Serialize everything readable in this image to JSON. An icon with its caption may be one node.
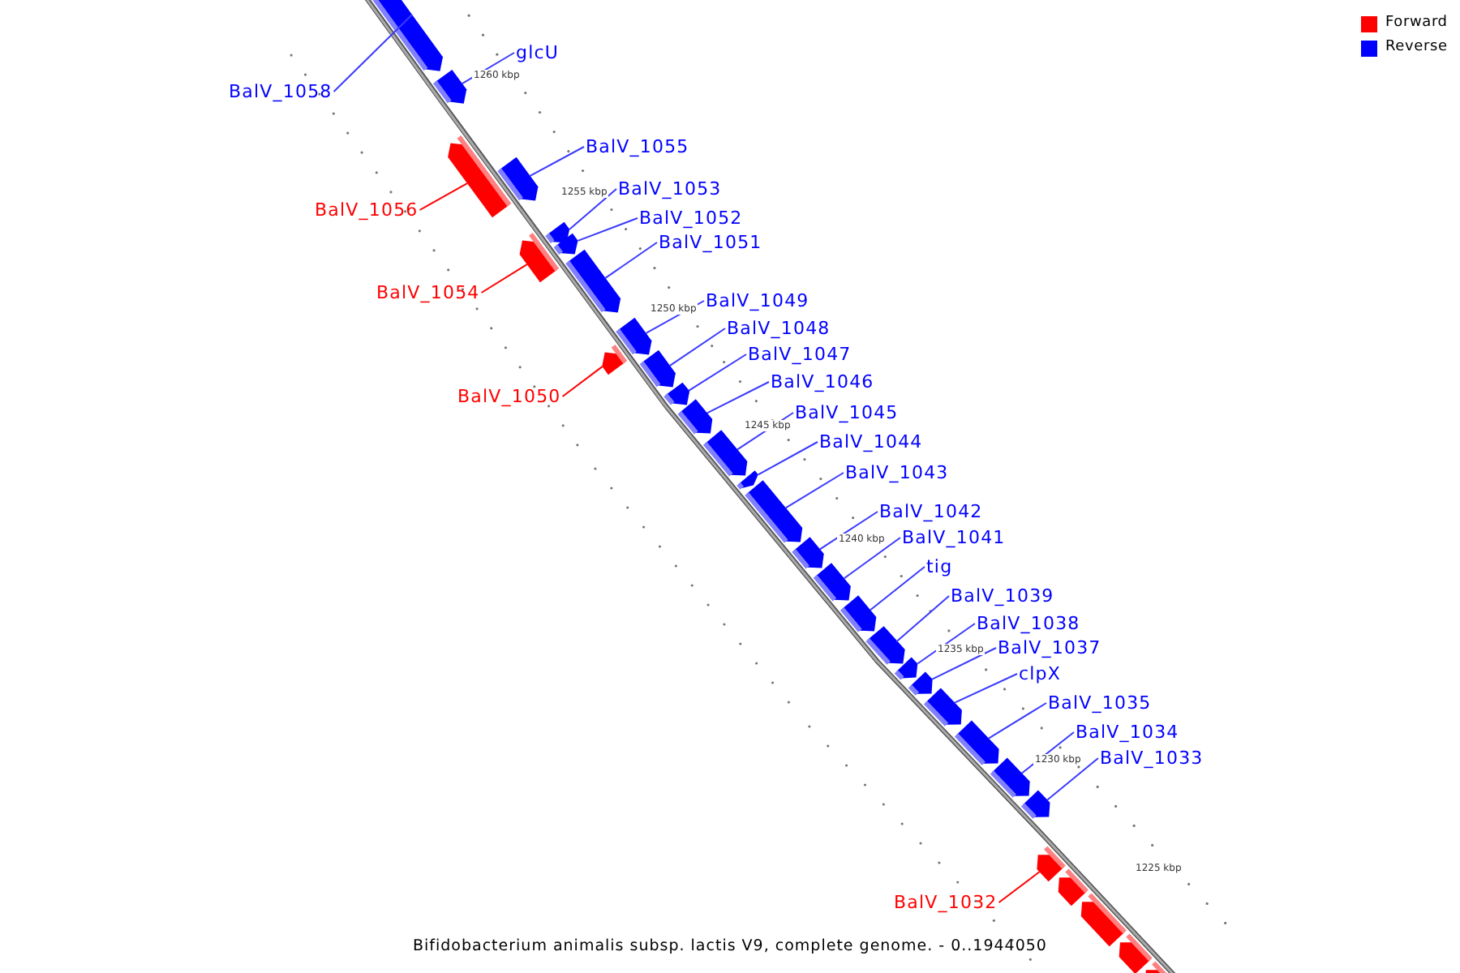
{
  "diagram": {
    "caption": "Bifidobacterium animalis subsp. lactis V9, complete genome. - 0..1944050",
    "nodes": [
      {
        "text": [
          "BalV_1058"
        ]
      },
      {
        "text": [],
        "shape": "bar"
      },
      {
        "text": [
          "glcU"
        ]
      },
      {
        "text": [],
        "shape": "bar"
      },
      {
        "text": [
          "BalV_1056"
        ]
      },
      {
        "text": [],
        "shape": "bar"
      },
      {
        "text": [
          "BalV_1055"
        ]
      },
      {
        "text": [],
        "shape": "bar"
      },
      {
        "text": [
          "BalV_1054"
        ]
      },
      {
        "text": [],
        "shape": "bar"
      },
      {
        "text": [
          "BalV_1053"
        ]
      },
      {
        "text": [],
        "shape": "bar"
      },
      {
        "text": [
          "BalV_1052"
        ]
      },
      {
        "text": [],
        "shape": "bar"
      },
      {
        "text": [
          "BalV_1051"
        ]
      },
      {
        "text": [],
        "shape": "bar"
      },
      {
        "text": [
          "BalV_1050"
        ]
      },
      {
        "text": [],
        "shape": "bar"
      },
      {
        "text": [
          "BalV_1049"
        ]
      },
      {
        "text": [],
        "shape": "bar"
      },
      {
        "text": [
          "BalV_1048"
        ]
      },
      {
        "text": [],
        "shape": "bar"
      },
      {
        "text": [
          "BalV_1047"
        ]
      },
      {
        "text": [],
        "shape": "bar"
      },
      {
        "text": [
          "BalV_1046"
        ]
      },
      {
        "text": [],
        "shape": "bar"
      },
      {
        "text": [
          "BalV_1045"
        ]
      },
      {
        "text": [],
        "shape": "bar"
      },
      {
        "text": [
          "BalV_1044"
        ]
      },
      {
        "text": [],
        "shape": "bar"
      },
      {
        "text": [
          "BalV_1043"
        ]
      },
      {
        "text": [],
        "shape": "bar"
      },
      {
        "text": [
          "BalV_1042"
        ]
      },
      {
        "text": [],
        "shape": "bar"
      },
      {
        "text": [
          "BalV_1041"
        ]
      },
      {
        "text": [],
        "shape": "bar"
      },
      {
        "text": [
          "tig"
        ]
      },
      {
        "text": [],
        "shape": "bar"
      },
      {
        "text": [
          "BalV_1039"
        ]
      },
      {
        "text": [],
        "shape": "bar"
      },
      {
        "text": [
          "BalV_1038"
        ]
      },
      {
        "text": [],
        "shape": "bar"
      },
      {
        "text": [
          "BalV_1037"
        ]
      },
      {
        "text": [],
        "shape": "bar"
      },
      {
        "text": [
          "clpX"
        ]
      },
      {
        "text": [],
        "shape": "bar"
      },
      {
        "text": [
          "BalV_1035"
        ]
      },
      {
        "text": [],
        "shape": "bar"
      },
      {
        "text": [
          "BalV_1034"
        ]
      },
      {
        "text": [],
        "shape": "bar"
      },
      {
        "text": [
          "BalV_1033"
        ]
      },
      {
        "text": [],
        "shape": "bar"
      },
      {
        "text": [
          "BalV_1032"
        ]
      },
      {
        "text": [],
        "shape": "bar"
      },
      {
        "text": [],
        "shape": "bar"
      },
      {
        "text": [],
        "shape": "bar"
      },
      {
        "text": [],
        "shape": "bar"
      },
      {
        "text": [],
        "shape": "bar"
      }
    ],
    "edges": [
      {
        "from": 0,
        "to": 1,
        "arrow": "none"
      },
      {
        "from": 2,
        "to": 3,
        "arrow": "none"
      },
      {
        "from": 4,
        "to": 5,
        "arrow": "none",
        "color": "#ff0000"
      },
      {
        "from": 6,
        "to": 7,
        "arrow": "none"
      },
      {
        "from": 8,
        "to": 9,
        "arrow": "none",
        "color": "#ff0000"
      },
      {
        "from": 10,
        "to": 11,
        "arrow": "none"
      },
      {
        "from": 12,
        "to": 13,
        "arrow": "none"
      },
      {
        "from": 14,
        "to": 15,
        "arrow": "none"
      },
      {
        "from": 16,
        "to": 17,
        "arrow": "none",
        "color": "#ff0000"
      },
      {
        "from": 18,
        "to": 19,
        "arrow": "none"
      },
      {
        "from": 20,
        "to": 21,
        "arrow": "none"
      },
      {
        "from": 22,
        "to": 23,
        "arrow": "none"
      },
      {
        "from": 24,
        "to": 25,
        "arrow": "none"
      },
      {
        "from": 26,
        "to": 27,
        "arrow": "none"
      },
      {
        "from": 28,
        "to": 29,
        "arrow": "none"
      },
      {
        "from": 30,
        "to": 31,
        "arrow": "none"
      },
      {
        "from": 32,
        "to": 33,
        "arrow": "none"
      },
      {
        "from": 34,
        "to": 35,
        "arrow": "none"
      },
      {
        "from": 36,
        "to": 37,
        "arrow": "none"
      },
      {
        "from": 38,
        "to": 39,
        "arrow": "none"
      },
      {
        "from": 40,
        "to": 41,
        "arrow": "none"
      },
      {
        "from": 42,
        "to": 43,
        "arrow": "none"
      },
      {
        "from": 44,
        "to": 45,
        "arrow": "none"
      },
      {
        "from": 46,
        "to": 47,
        "arrow": "none"
      },
      {
        "from": 48,
        "to": 49,
        "arrow": "none"
      },
      {
        "from": 50,
        "to": 51,
        "arrow": "none"
      },
      {
        "from": 52,
        "to": 53,
        "arrow": "none",
        "color": "#ff0000"
      }
    ],
    "labels": [
      "1260 kbp",
      "1255 kbp",
      "1250 kbp",
      "1245 kbp",
      "1240 kbp",
      "1235 kbp",
      "1230 kbp",
      "1225 kbp"
    ],
    "legend": [
      {
        "text": "Forward",
        "color": "#ff0000"
      },
      {
        "text": "Reverse",
        "color": "#0000ff"
      }
    ]
  }
}
